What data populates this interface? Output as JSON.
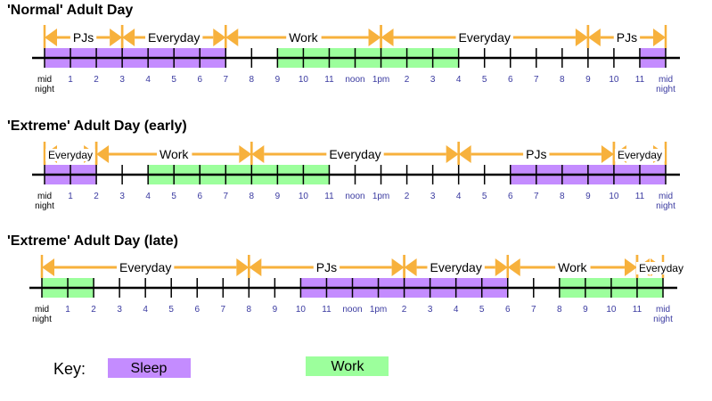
{
  "colors": {
    "sleep": "#c48cff",
    "work": "#9cff9c",
    "arrow": "#f7b13c",
    "axis": "#000000",
    "tick_label": "#3a3aa0"
  },
  "hour_labels": [
    "mid\nnight",
    "1",
    "2",
    "3",
    "4",
    "5",
    "6",
    "7",
    "8",
    "9",
    "10",
    "11",
    "noon",
    "1pm",
    "2",
    "3",
    "4",
    "5",
    "6",
    "7",
    "8",
    "9",
    "10",
    "11",
    "mid\nnight"
  ],
  "days": [
    {
      "title": "'Normal' Adult Day",
      "start": 0,
      "bars": [
        {
          "type": "sleep",
          "from": 0,
          "to": 7
        },
        {
          "type": "work",
          "from": 9,
          "to": 16
        },
        {
          "type": "sleep",
          "from": 23,
          "to": 24
        }
      ],
      "segments": [
        {
          "label": "PJs",
          "from": 0,
          "to": 3
        },
        {
          "label": "Everyday",
          "from": 3,
          "to": 7
        },
        {
          "label": "Work",
          "from": 7,
          "to": 13
        },
        {
          "label": "Everyday",
          "from": 13,
          "to": 21
        },
        {
          "label": "PJs",
          "from": 21,
          "to": 24
        }
      ]
    },
    {
      "title": "'Extreme' Adult Day (early)",
      "start": 0,
      "bars": [
        {
          "type": "sleep",
          "from": 0,
          "to": 2
        },
        {
          "type": "work",
          "from": 4,
          "to": 11
        },
        {
          "type": "sleep",
          "from": 18,
          "to": 24
        }
      ],
      "segments": [
        {
          "label": "Everyday",
          "from": 0,
          "to": 2
        },
        {
          "label": "Work",
          "from": 2,
          "to": 8
        },
        {
          "label": "Everyday",
          "from": 8,
          "to": 16
        },
        {
          "label": "PJs",
          "from": 16,
          "to": 22
        },
        {
          "label": "Everyday",
          "from": 22,
          "to": 24
        }
      ]
    },
    {
      "title": "'Extreme' Adult Day (late)",
      "start": 0,
      "bars": [
        {
          "type": "work",
          "from": 0,
          "to": 2
        },
        {
          "type": "sleep",
          "from": 10,
          "to": 18
        },
        {
          "type": "work",
          "from": 20,
          "to": 24
        }
      ],
      "segments": [
        {
          "label": "Everyday",
          "from": 0,
          "to": 8
        },
        {
          "label": "PJs",
          "from": 8,
          "to": 14
        },
        {
          "label": "Everyday",
          "from": 14,
          "to": 18
        },
        {
          "label": "Work",
          "from": 18,
          "to": 23
        },
        {
          "label": "Everyday",
          "from": 23,
          "to": 24
        }
      ]
    }
  ],
  "key": {
    "label": "Key:",
    "sleep": "Sleep",
    "work": "Work"
  }
}
